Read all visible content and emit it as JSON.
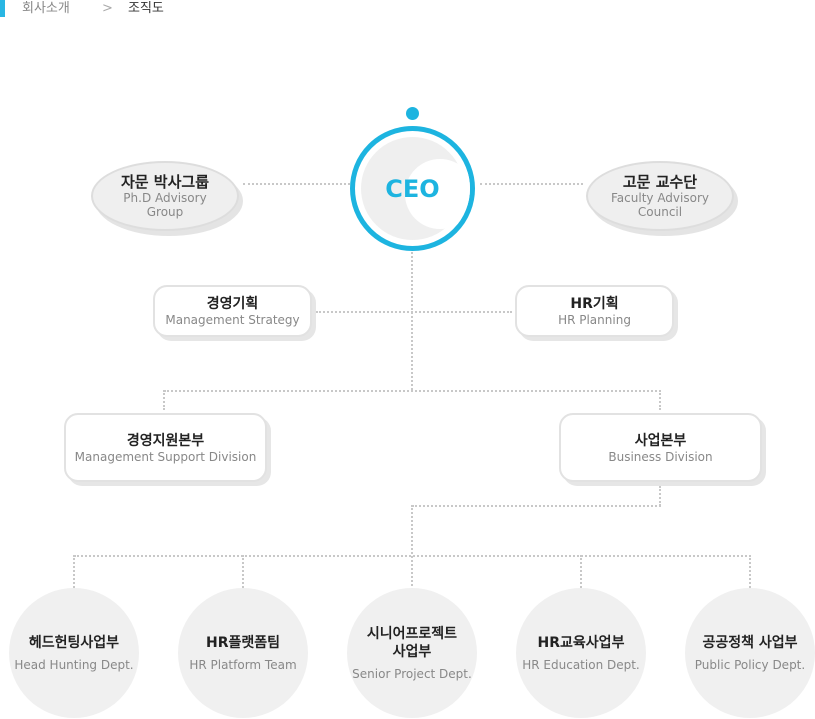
{
  "breadcrumb": {
    "parent": "회사소개",
    "separator": ">",
    "current": "조직도"
  },
  "colors": {
    "accent": "#1db4e0"
  },
  "ceo": {
    "label": "CEO"
  },
  "advisory_left": {
    "ko": "자문 박사그룹",
    "en_line1": "Ph.D Advisory",
    "en_line2": "Group"
  },
  "advisory_right": {
    "ko": "고문 교수단",
    "en_line1": "Faculty Advisory",
    "en_line2": "Council"
  },
  "staff": [
    {
      "ko": "경영기획",
      "en": "Management Strategy"
    },
    {
      "ko": "HR기획",
      "en": "HR Planning"
    }
  ],
  "divisions": [
    {
      "ko": "경영지원본부",
      "en": "Management Support Division"
    },
    {
      "ko": "사업본부",
      "en": "Business Division"
    }
  ],
  "departments": [
    {
      "ko": "헤드헌팅사업부",
      "en": "Head Hunting Dept."
    },
    {
      "ko": "HR플랫폼팀",
      "en": "HR Platform Team"
    },
    {
      "ko": "시니어프로젝트",
      "ko2": "사업부",
      "en": "Senior Project Dept."
    },
    {
      "ko": "HR교육사업부",
      "en": "HR Education Dept."
    },
    {
      "ko": "공공정책 사업부",
      "en": "Public Policy Dept."
    }
  ]
}
